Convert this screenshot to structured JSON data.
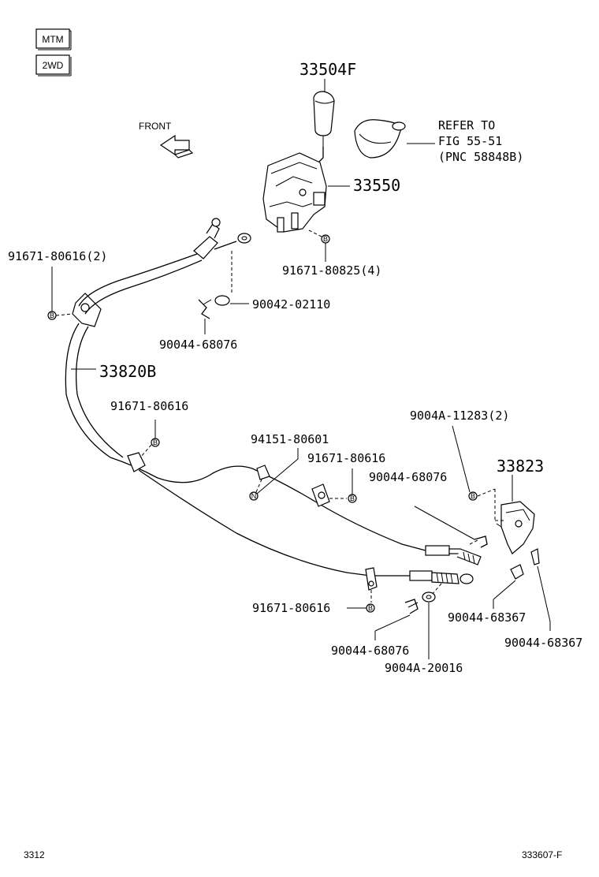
{
  "badges": {
    "mtm": "MTM",
    "drive": "2WD"
  },
  "front_label": "FRONT",
  "refer": {
    "line1": "REFER TO",
    "line2": "FIG 55-51",
    "line3": "(PNC 58848B)"
  },
  "parts": {
    "knob": "33504F",
    "lever": "33550",
    "bolt_4": "91671-80825(4)",
    "bolt_2": "91671-80616(2)",
    "washer_a": "90042-02110",
    "clip_a": "90044-68076",
    "cable": "33820B",
    "bolt_b": "91671-80616",
    "clamp_n": "94151-80601",
    "bolt_c": "91671-80616",
    "bracket": "33823",
    "bolt_e": "9004A-11283(2)",
    "clip_b": "90044-68076",
    "clip_c": "90044-68367",
    "clip_d": "90044-68367",
    "bolt_f": "91671-80616",
    "clip_e": "90044-68076",
    "washer_b": "9004A-20016"
  },
  "marks": {
    "b": "B",
    "n": "N"
  },
  "footer": {
    "left": "3312",
    "right": "333607-F"
  }
}
